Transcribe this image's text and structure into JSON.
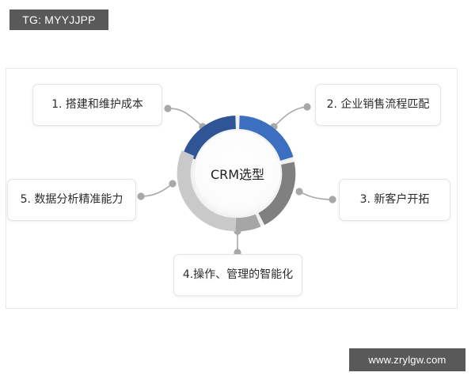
{
  "watermarks": {
    "top_left": "TG: MYYJJPP",
    "bottom_right": "www.zrylgw.com"
  },
  "diagram": {
    "center_label": "CRM选型",
    "items": [
      {
        "id": "item-1",
        "label": "1. 搭建和维护成本",
        "segment_color": "#2f5597"
      },
      {
        "id": "item-2",
        "label": "2. 企业销售流程匹配",
        "segment_color": "#3c6fc0"
      },
      {
        "id": "item-3",
        "label": "3. 新客户开拓",
        "segment_color": "#808080"
      },
      {
        "id": "item-4",
        "label": "4.操作、管理的智能化",
        "segment_color": "#a6a6a6"
      },
      {
        "id": "item-5",
        "label": "5. 数据分析精准能力",
        "segment_color": "#c9c9c9"
      }
    ],
    "colors": {
      "connector": "#a8a8a8",
      "donut_inner": "#fafafa",
      "card_border": "#e4e4e4",
      "canvas_border": "#e8e8e8",
      "watermark_bg": "#595959",
      "text": "#2b2b2b"
    }
  }
}
